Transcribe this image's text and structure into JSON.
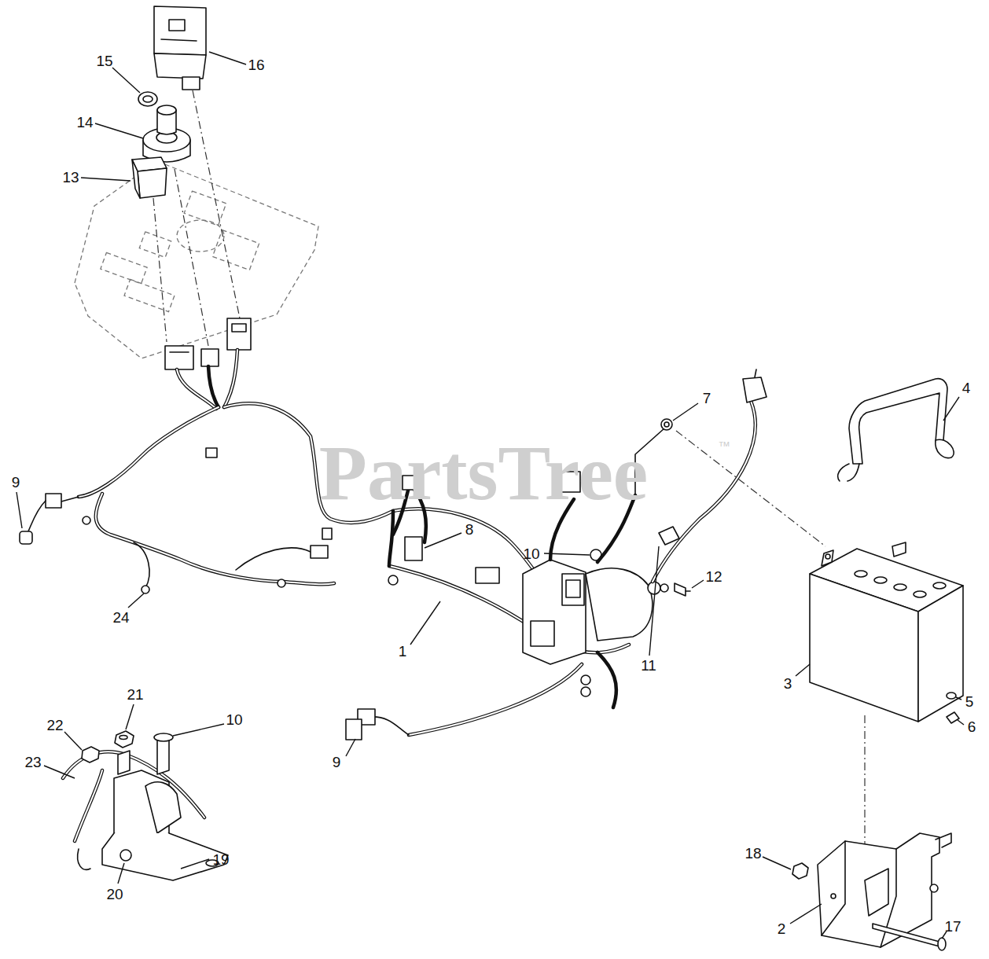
{
  "diagram": {
    "labels": [
      "15",
      "16",
      "14",
      "13",
      "9",
      "7",
      "8",
      "10",
      "4",
      "12",
      "24",
      "1",
      "11",
      "3",
      "5",
      "6",
      "22",
      "21",
      "10",
      "9",
      "23",
      "19",
      "20",
      "18",
      "2",
      "17",
      "PartsTree",
      "™"
    ]
  }
}
